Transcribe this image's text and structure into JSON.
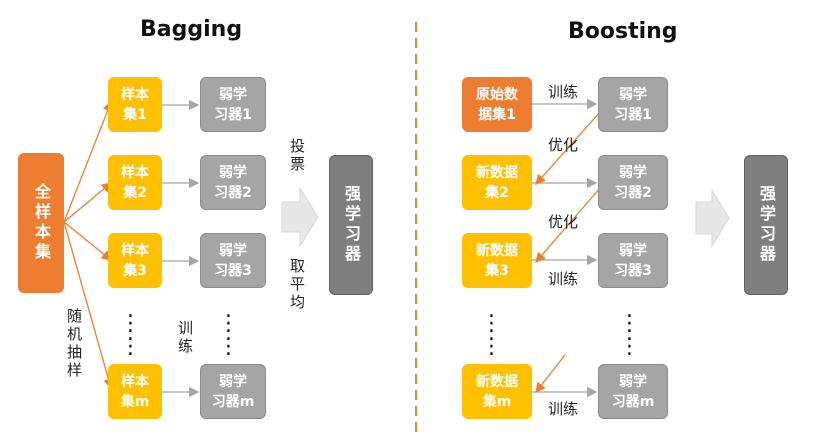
{
  "bagging": {
    "title": "Bagging",
    "full_sample": "全样本集",
    "sample_sets": [
      "样本\n集1",
      "样本\n集2",
      "样本\n集3",
      "样本\n集m"
    ],
    "weak_learners": [
      "弱学\n习器1",
      "弱学\n习器2",
      "弱学\n习器3",
      "弱学\n习器m"
    ],
    "random_sampling": "随机抽样",
    "train": "训练",
    "vote": "投票",
    "average": "取平均",
    "strong_learner": "强学习器"
  },
  "boosting": {
    "title": "Boosting",
    "data_sets": [
      "原始数\n据集1",
      "新数据\n集2",
      "新数据\n集3",
      "新数据\n集m"
    ],
    "weak_learners": [
      "弱学\n习器1",
      "弱学\n习器2",
      "弱学\n习器3",
      "弱学\n习器m"
    ],
    "train": "训练",
    "optimize": "优化",
    "strong_learner": "强学习器"
  },
  "colors": {
    "orange": "#ed7d31",
    "yellow": "#ffc000",
    "gray": "#a5a5a5",
    "dark": "#7f7f7f",
    "divider": "#ed7d31"
  }
}
